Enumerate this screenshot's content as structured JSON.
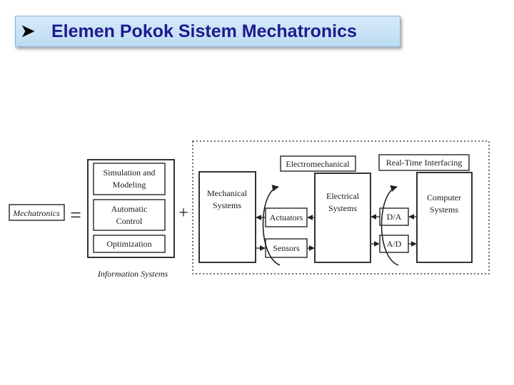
{
  "title": {
    "arrow_icon": "arrow-right-bullet",
    "text": "Elemen Pokok  Sistem Mechatronics"
  },
  "diagram": {
    "mechatronics": "Mechatronics",
    "equals": "=",
    "plus": "+",
    "info_blocks": {
      "simulation": [
        "Simulation and",
        "Modeling"
      ],
      "automatic": [
        "Automatic",
        "Control"
      ],
      "optimization": "Optimization"
    },
    "info_caption": "Information Systems",
    "mechanical": [
      "Mechanical",
      "Systems"
    ],
    "electromechanical": "Electromechanical",
    "realtime": "Real-Time Interfacing",
    "actuators": "Actuators",
    "sensors": "Sensors",
    "electrical": [
      "Electrical",
      "Systems"
    ],
    "da": "D/A",
    "ad": "A/D",
    "computer": [
      "Computer",
      "Systems"
    ]
  }
}
